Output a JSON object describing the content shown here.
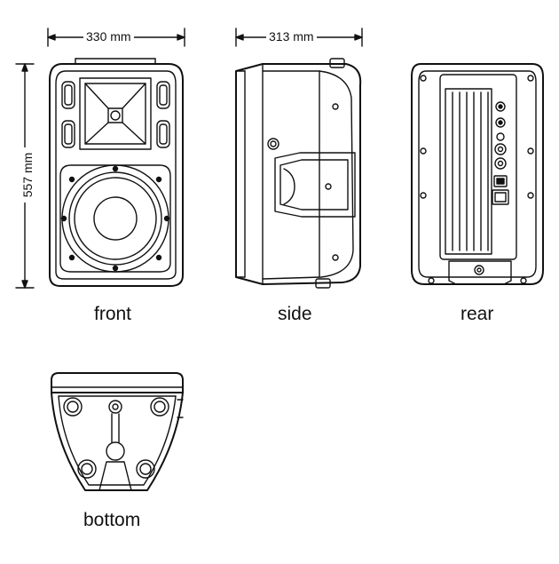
{
  "dimensions": {
    "width": "330 mm",
    "depth": "313 mm",
    "height": "557 mm"
  },
  "views": {
    "front": "front",
    "side": "side",
    "rear": "rear",
    "bottom": "bottom"
  }
}
